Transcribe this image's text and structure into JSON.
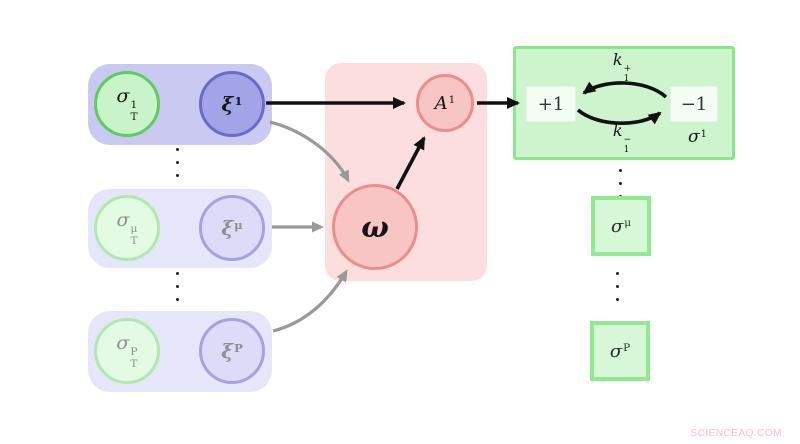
{
  "watermark": "SCIENCEAQ.COM",
  "palette": {
    "pattern_box": "#c9c9f2",
    "pattern_box_faded": "#e6e6fb",
    "sigma_target_fill": "#c9f3c9",
    "sigma_target_border": "#5ecc5e",
    "xi_fill": "#a3a3e8",
    "xi_border": "#6a6acc",
    "process_region_fill": "#fcdede",
    "process_node_fill": "#f8c5c5",
    "process_node_border": "#ee8c8c",
    "state_box_fill": "#cdf4cd",
    "state_box_border": "#89e689",
    "arrow_black": "#111111",
    "arrow_gray": "#999999"
  },
  "pattern_column": {
    "rows": [
      {
        "sigma": {
          "base": "σ",
          "sup": "1",
          "sub": "T"
        },
        "xi": {
          "base": "ξ",
          "sup": "1"
        }
      },
      {
        "sigma": {
          "base": "σ",
          "sup": "μ",
          "sub": "T"
        },
        "xi": {
          "base": "ξ",
          "sup": "μ"
        }
      },
      {
        "sigma": {
          "base": "σ",
          "sup": "P",
          "sub": "T"
        },
        "xi": {
          "base": "ξ",
          "sup": "P"
        }
      }
    ]
  },
  "processing": {
    "activation": {
      "base": "A",
      "sup": "1"
    },
    "omega": {
      "base": "ω"
    }
  },
  "state_column": {
    "spin1": {
      "plus_state": "+1",
      "minus_state": "−1",
      "rate_up": {
        "base": "k",
        "sup": "+",
        "sub": "1"
      },
      "rate_down": {
        "base": "k",
        "sup": "−",
        "sub": "1"
      },
      "label": {
        "base": "σ",
        "sup": "1"
      }
    },
    "spin_mu": {
      "base": "σ",
      "sup": "μ"
    },
    "spin_P": {
      "base": "σ",
      "sup": "P"
    }
  }
}
